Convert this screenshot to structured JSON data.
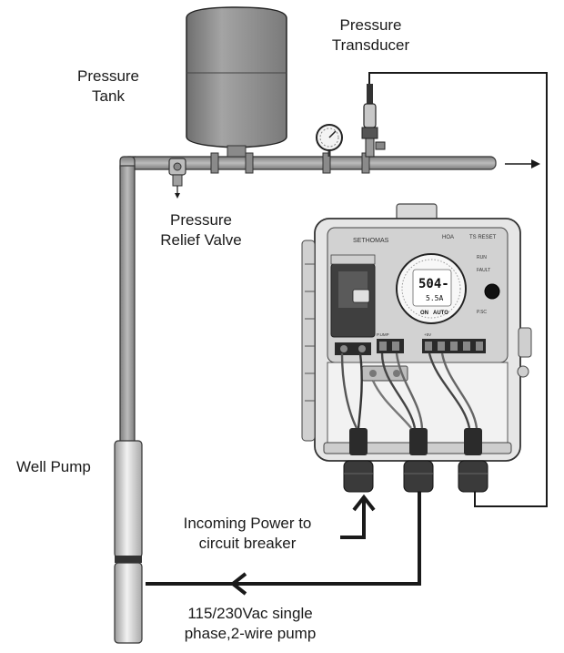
{
  "labels": {
    "pressure_tank": [
      "Pressure",
      "Tank"
    ],
    "pressure_transducer": [
      "Pressure",
      "Transducer"
    ],
    "pressure_relief_valve": [
      "Pressure",
      "Relief Valve"
    ],
    "well_pump": "Well Pump",
    "incoming_power": [
      "Incoming Power to",
      "circuit breaker"
    ],
    "pump_supply": [
      "115/230Vac single",
      "phase,2-wire pump"
    ]
  },
  "controller": {
    "brand": "SETHOMAS",
    "display_main": "504-",
    "display_sub": "5.5A",
    "mode_left": "ON",
    "mode_right": "AUTO",
    "top_labels": [
      "HOA",
      "TS RESET"
    ],
    "side_labels": [
      "RUN",
      "FAULT",
      "P.SC"
    ],
    "terminal_left": "P.UMP",
    "terminal_right": "+5V"
  },
  "colors": {
    "tank": "#8e8e8e",
    "pipe": "#9a9a9a",
    "outline": "#222222",
    "wire": "#1a1a1a",
    "enclosure": "#e6e6e6"
  },
  "icons": {
    "gauge": "pressure-gauge-icon",
    "arrow": "flow-arrow-icon"
  }
}
